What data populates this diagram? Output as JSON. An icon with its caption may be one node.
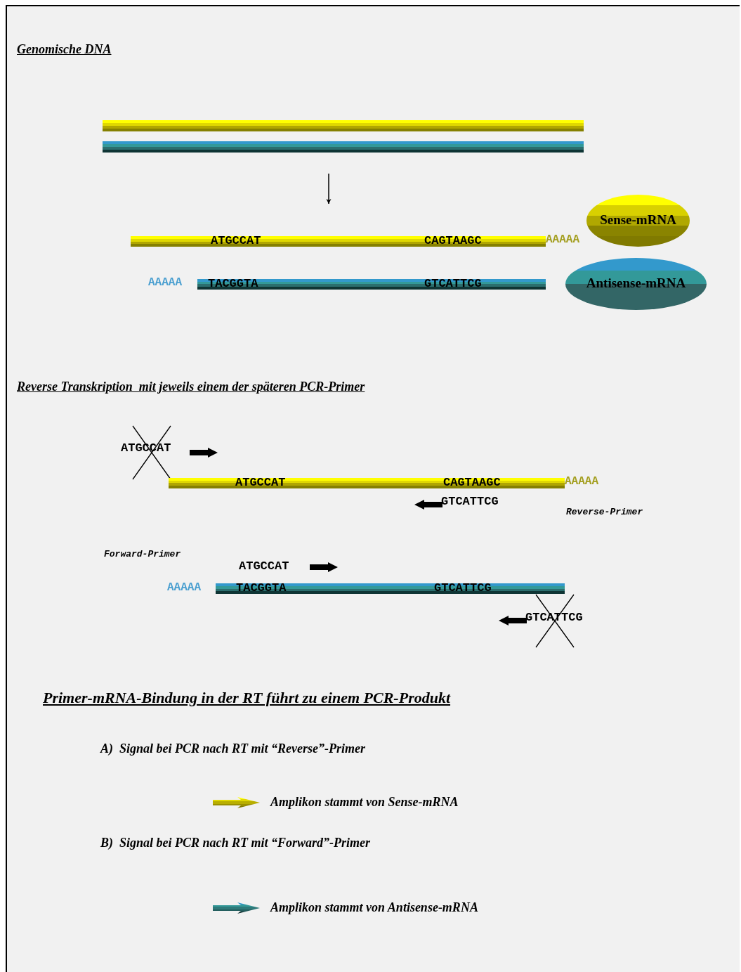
{
  "diagram": {
    "title": "Genomische DNA",
    "nodes": [
      {
        "text": [],
        "shape": "bar"
      },
      {
        "text": [],
        "shape": "bar"
      },
      {
        "text": [
          "ATGCCAT",
          "CAGTAAGC"
        ],
        "beside": [
          "AAAAA"
        ]
      },
      {
        "text": [
          "TACGGTA",
          "GTCATTCG"
        ],
        "beside": [
          "AAAAA"
        ]
      },
      {
        "text": [
          "Sense-mRNA"
        ]
      },
      {
        "text": [
          "Antisense-mRNA"
        ]
      },
      {
        "text": [
          "ATGCCAT",
          "CAGTAAGC"
        ],
        "beside": [
          "AAAAA"
        ]
      },
      {
        "text": [
          "TACGGTA",
          "GTCATTCG"
        ],
        "beside": [
          "AAAAA"
        ]
      }
    ],
    "edges": [
      {
        "from": 1,
        "to": 2,
        "arrow": "to"
      }
    ],
    "labels": [
      "Reverse Transkription  mit jeweils einem der späteren PCR-Primer",
      "ATGCCAT",
      "GTCATTCG",
      "Reverse-Primer",
      "Forward-Primer",
      "ATGCCAT",
      "GTCATTCG",
      "Primer-mRNA-Bindung in der RT führt zu einem PCR-Produkt",
      "A)  Signal bei PCR nach RT mit “Reverse”-Primer",
      "B)  Signal bei PCR nach RT mit “Forward”-Primer"
    ],
    "legend": [
      {
        "text": "Amplikon stammt von Sense-mRNA"
      },
      {
        "text": "Amplikon stammt von Antisense-mRNA"
      }
    ]
  }
}
